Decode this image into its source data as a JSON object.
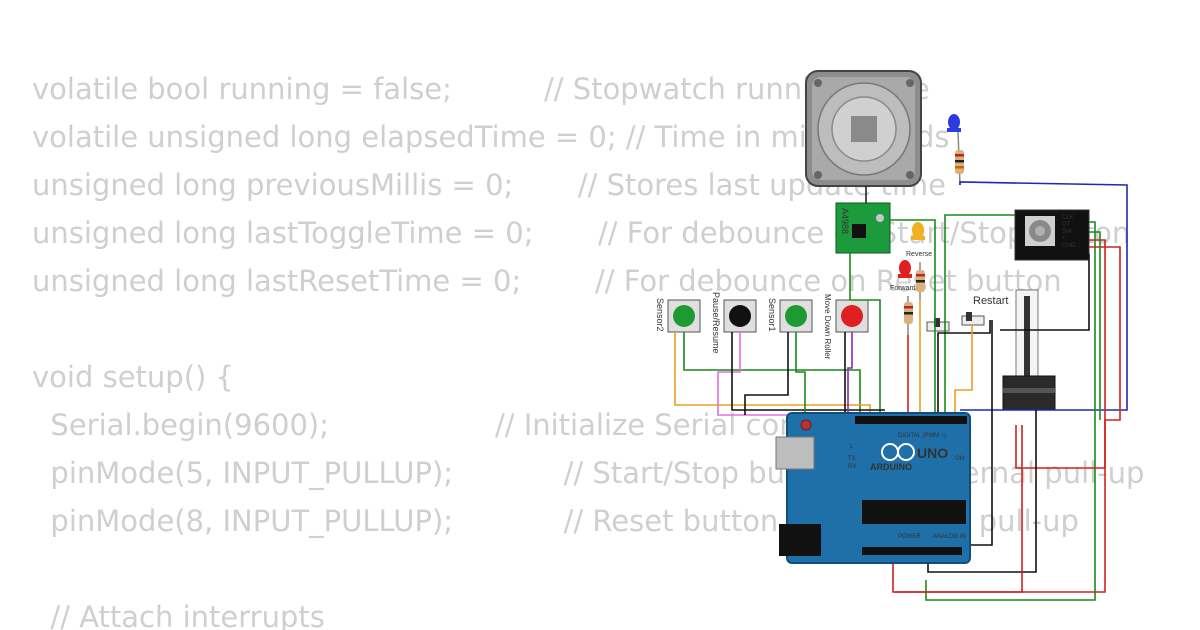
{
  "code_lines": [
    "volatile bool running = false;          // Stopwatch running state",
    "volatile unsigned long elapsedTime = 0; // Time in milliseconds",
    "unsigned long previousMillis = 0;       // Stores last update time",
    "unsigned long lastToggleTime = 0;       // For debounce on Start/Stop button",
    "unsigned long lastResetTime = 0;        // For debounce on Reset button",
    "",
    "void setup() {",
    "  Serial.begin(9600);                  // Initialize Serial communication",
    "  pinMode(5, INPUT_PULLUP);            // Start/Stop button with internal pull-up",
    "  pinMode(8, INPUT_PULLUP);            // Reset button with internal pull-up",
    "",
    "  // Attach interrupts"
  ],
  "components": {
    "driver_label": "A4988",
    "buttons": [
      {
        "label": "Sensor2",
        "color": "#1f9a32"
      },
      {
        "label": "Pause/Resume",
        "color": "#111111"
      },
      {
        "label": "Sensor1",
        "color": "#1f9a32"
      },
      {
        "label": "Move Down Roller",
        "color": "#e02020"
      }
    ],
    "led_labels": {
      "reverse": "Reverse",
      "forward": "Forward"
    },
    "switch_label": "Restart",
    "encoder_pins": [
      "CLK",
      "DT",
      "SW",
      "+",
      "GND"
    ],
    "arduino": {
      "logo": "ARDUINO",
      "model": "UNO",
      "digital_label": "DIGITAL (PWM ~)",
      "power_label": "POWER",
      "analog_label": "ANALOG IN",
      "on_label": "ON",
      "tx_label": "TX",
      "rx_label": "RX",
      "l_label": "L"
    }
  },
  "colors": {
    "code_text": "#cfcfcf",
    "board": "#1f6fa8",
    "wire_blue": "#1b2ab8",
    "wire_green": "#1a8a1a",
    "wire_red": "#d22020",
    "wire_black": "#111111",
    "wire_orange": "#e8a020",
    "wire_pink": "#e070e0",
    "wire_purple": "#8a2aa8"
  }
}
